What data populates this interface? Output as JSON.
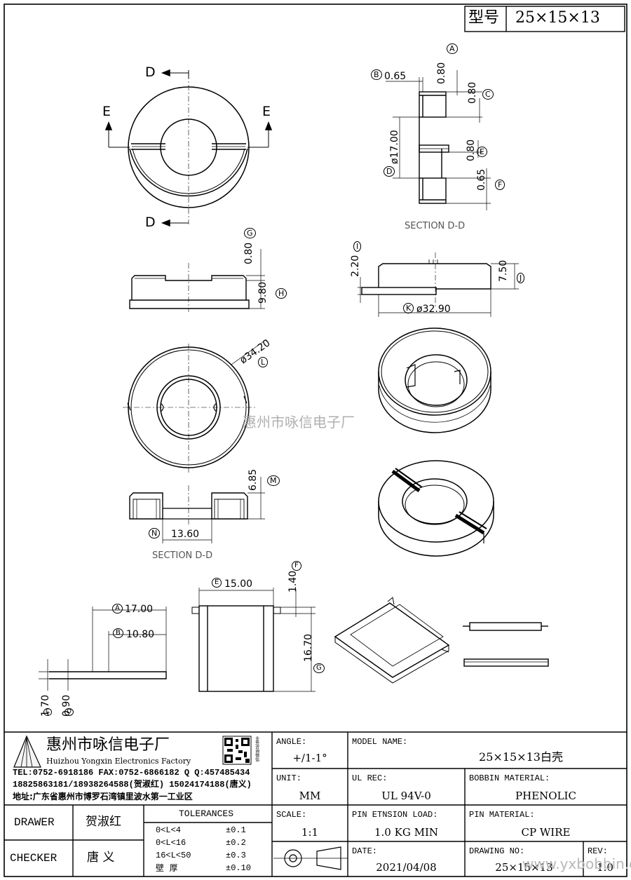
{
  "model_box": {
    "label": "型号",
    "value": "25×15×13"
  },
  "views": {
    "top": {
      "cut_d": "D",
      "cut_e": "E"
    },
    "section1": {
      "title": "SECTION D-D",
      "dims": [
        {
          "id": "A",
          "v": "0.80"
        },
        {
          "id": "B",
          "v": "0.65"
        },
        {
          "id": "C",
          "v": "0.80"
        },
        {
          "id": "D",
          "v": "ø17.00"
        },
        {
          "id": "E",
          "v": "0.80"
        },
        {
          "id": "F",
          "v": "0.65"
        }
      ]
    },
    "side1": {
      "dims": [
        {
          "id": "G",
          "v": "0.80"
        },
        {
          "id": "H",
          "v": "9.80"
        }
      ]
    },
    "side2": {
      "dims": [
        {
          "id": "I",
          "v": "2.20"
        },
        {
          "id": "J",
          "v": "7.50"
        },
        {
          "id": "K",
          "v": "ø32.90"
        }
      ]
    },
    "bottom": {
      "dims": [
        {
          "id": "L",
          "v": "ø34.20"
        }
      ]
    },
    "section2": {
      "title": "SECTION D-D",
      "dims": [
        {
          "id": "M",
          "v": "6.85"
        },
        {
          "id": "N",
          "v": "13.60"
        }
      ]
    },
    "clip": {
      "dims": [
        {
          "id": "A",
          "v": "17.00"
        },
        {
          "id": "B",
          "v": "10.80"
        },
        {
          "id": "C",
          "v": "1.70"
        },
        {
          "id": "D",
          "v": "0.90"
        }
      ]
    },
    "plate": {
      "dims": [
        {
          "id": "E",
          "v": "15.00"
        },
        {
          "id": "F",
          "v": "1.40"
        },
        {
          "id": "G",
          "v": "16.70"
        }
      ]
    }
  },
  "watermark": "惠州市咏信电子厂",
  "company": {
    "name_cn": "惠州市咏信电子厂",
    "name_en": "Huizhou Yongxin Electronics Factory",
    "tel_line": "TEL:0752-6918186  FAX:0752-6866182  Q Q:457485434",
    "phone_line": "18825863181/18938264588(贺淑红)  15024174188(唐义)",
    "address": "地址:广东省惠州市博罗石湾镇里波水第一工业区",
    "qr_caption": "业务咨询微信"
  },
  "title_block": {
    "angle_label": "ANGLE:",
    "angle_value": "+/1-1°",
    "model_name_label": "MODEL NAME:",
    "model_name_value": "25×15×13白壳",
    "unit_label": "UNIT:",
    "unit_value": "MM",
    "ul_label": "UL REC:",
    "ul_value": "UL 94V-0",
    "bobbin_mat_label": "BOBBIN MATERIAL:",
    "bobbin_mat_value": "PHENOLIC",
    "scale_label": "SCALE:",
    "scale_value": "1:1",
    "pin_load_label": "PIN ETNSION LOAD:",
    "pin_load_value": "1.0 KG MIN",
    "pin_mat_label": "PIN MATERIAL:",
    "pin_mat_value": "CP WIRE",
    "date_label": "DATE:",
    "date_value": "2021/04/08",
    "drawing_no_label": "DRAWING NO:",
    "drawing_no_value": "25×15×13",
    "rev_label": "REV:",
    "rev_value": "1.0",
    "drawer_label": "DRAWER",
    "drawer_value": "贺淑红",
    "checker_label": "CHECKER",
    "checker_value": "唐 义",
    "tolerances_title": "TOLERANCES",
    "tolerances": [
      {
        "range": "0<L<4",
        "tol": "±0.1"
      },
      {
        "range": "0<L<16",
        "tol": "±0.2"
      },
      {
        "range": "16<L<50",
        "tol": "±0.3"
      },
      {
        "range": "壁  厚",
        "tol": "±0.10"
      }
    ]
  },
  "site_watermark": "www.yxbobbin.com"
}
